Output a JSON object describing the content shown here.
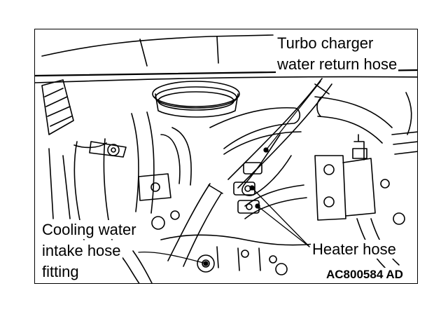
{
  "labels": {
    "turbo_line1": "Turbo charger",
    "turbo_line2": "water return hose",
    "heater": "Heater hose",
    "cooling_line1": "Cooling water",
    "cooling_line2": "intake hose",
    "cooling_line3": "fitting"
  },
  "figure_code": "AC800584 AD",
  "colors": {
    "ink": "#000000",
    "paper": "#ffffff"
  }
}
